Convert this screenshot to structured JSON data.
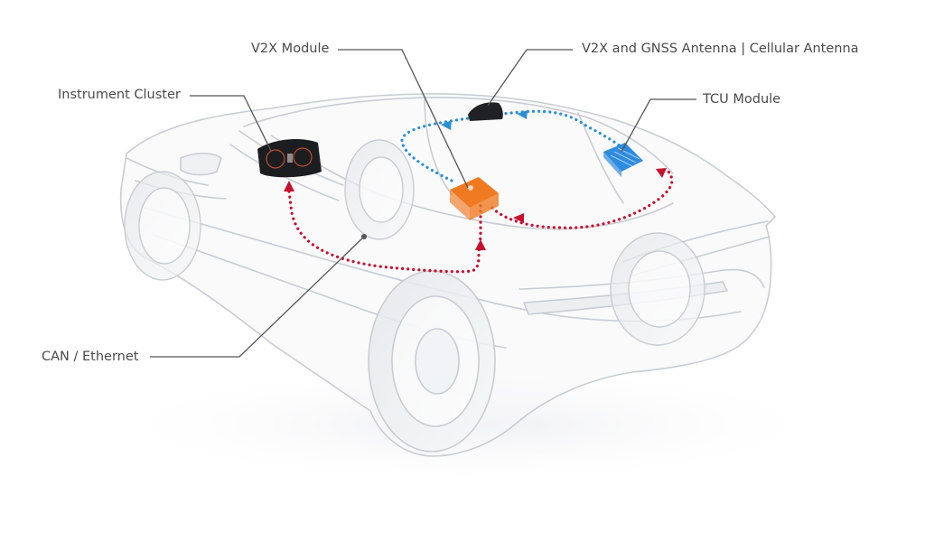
{
  "labels": {
    "v2x_module": "V2X Module",
    "antenna": "V2X and GNSS Antenna | Cellular Antenna",
    "instrument_cluster": "Instrument Cluster",
    "tcu_module": "TCU Module",
    "can_ethernet": "CAN / Ethernet"
  },
  "colors": {
    "leader": "#555555",
    "can_path": "#c8102e",
    "wireless_path": "#2a8fd6",
    "v2x_module": "#f07a22",
    "tcu_module": "#2f8be0",
    "car_outline": "#c9cdd2"
  },
  "icons": {
    "v2x_module": "orange-module-box",
    "tcu_module": "blue-module-board",
    "antenna": "shark-fin-antenna",
    "instrument_cluster": "dashboard-display"
  }
}
